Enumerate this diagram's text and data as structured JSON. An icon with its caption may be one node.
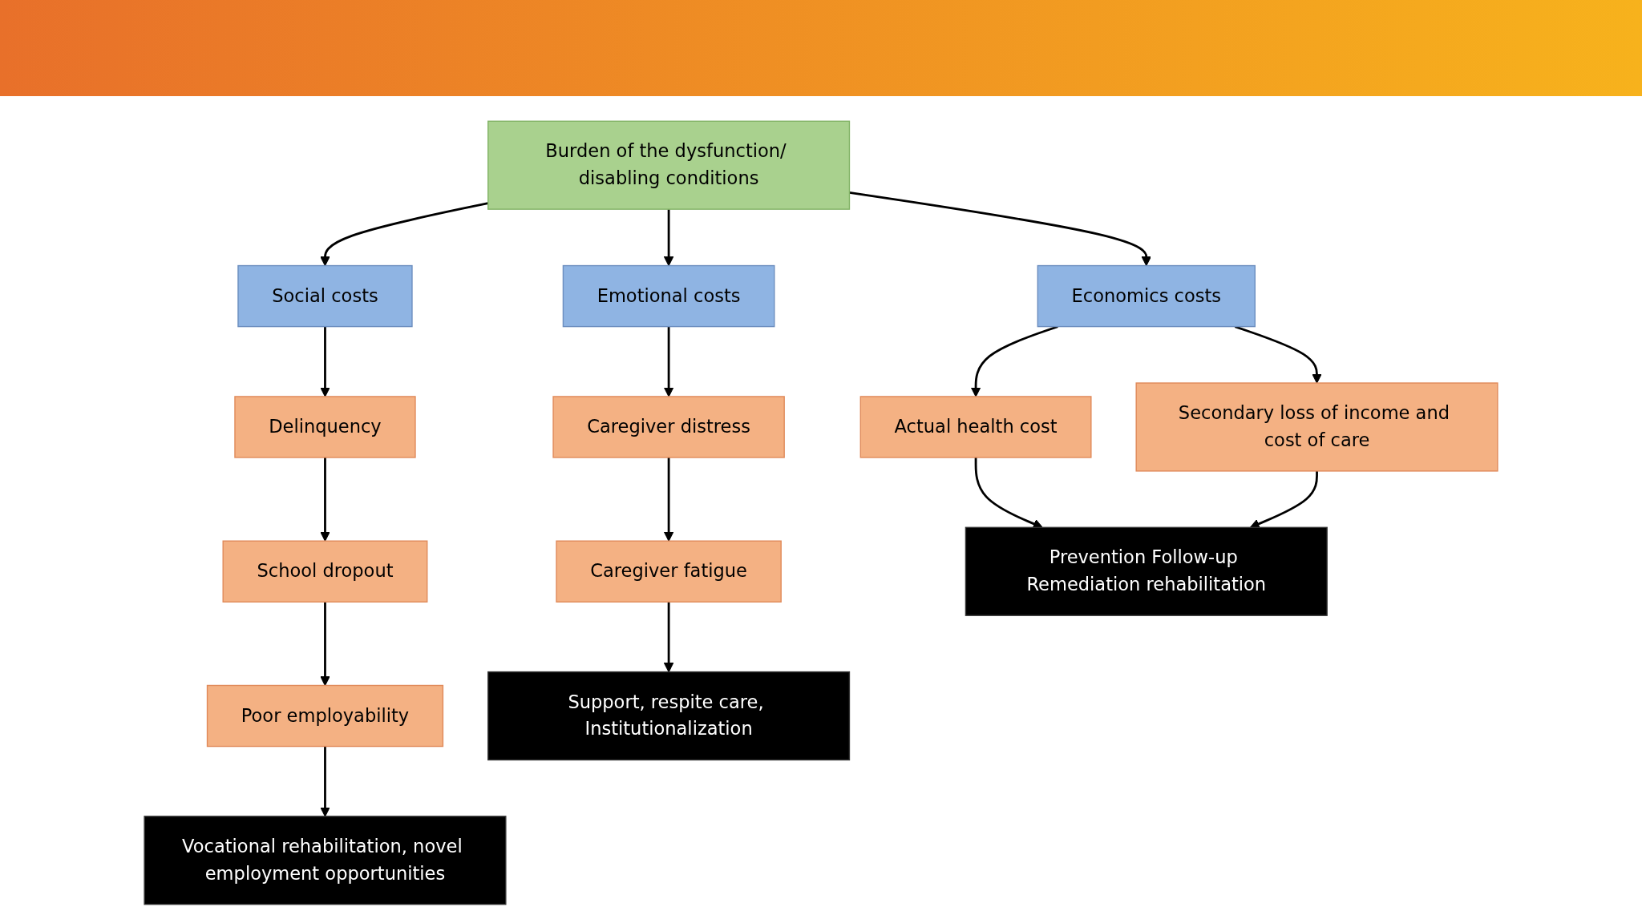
{
  "diagram": {
    "nodes": [
      {
        "text": [
          "Burden of the dysfunction/ disabling conditions"
        ]
      },
      {
        "text": [
          "Economics costs"
        ]
      },
      {
        "text": [
          "Emotional costs"
        ]
      },
      {
        "text": [
          "Social costs"
        ]
      },
      {
        "text": [
          "Actual health cost"
        ]
      },
      {
        "text": [
          "Secondary loss of income and cost of care"
        ]
      },
      {
        "text": [
          "Caregiver distress"
        ]
      },
      {
        "text": [
          "Delinquency"
        ]
      },
      {
        "text": [
          "Caregiver fatigue"
        ]
      },
      {
        "text": [
          "School dropout"
        ]
      },
      {
        "text": [
          "Prevention Follow-up Remediation rehabilitation"
        ]
      },
      {
        "text": [
          "Poor employability"
        ]
      },
      {
        "text": [
          "Support, respite care, Institutionalization"
        ]
      },
      {
        "text": [
          "Vocational rehabilitation, novel employment opportunities"
        ]
      }
    ],
    "edges": [
      {
        "from": 0,
        "to": 1,
        "arrow": "to"
      },
      {
        "from": 0,
        "to": 2,
        "arrow": "to"
      },
      {
        "from": 0,
        "to": 3,
        "arrow": "to"
      },
      {
        "from": 1,
        "to": 4,
        "arrow": "to"
      },
      {
        "from": 1,
        "to": 5,
        "arrow": "to"
      },
      {
        "from": 4,
        "to": 10,
        "arrow": "to"
      },
      {
        "from": 5,
        "to": 10,
        "arrow": "to"
      },
      {
        "from": 2,
        "to": 6,
        "arrow": "to"
      },
      {
        "from": 6,
        "to": 8,
        "arrow": "to"
      },
      {
        "from": 8,
        "to": 12,
        "arrow": "to"
      },
      {
        "from": 3,
        "to": 7,
        "arrow": "to"
      },
      {
        "from": 7,
        "to": 9,
        "arrow": "to"
      },
      {
        "from": 9,
        "to": 11,
        "arrow": "to"
      },
      {
        "from": 11,
        "to": 13,
        "arrow": "to"
      }
    ]
  }
}
